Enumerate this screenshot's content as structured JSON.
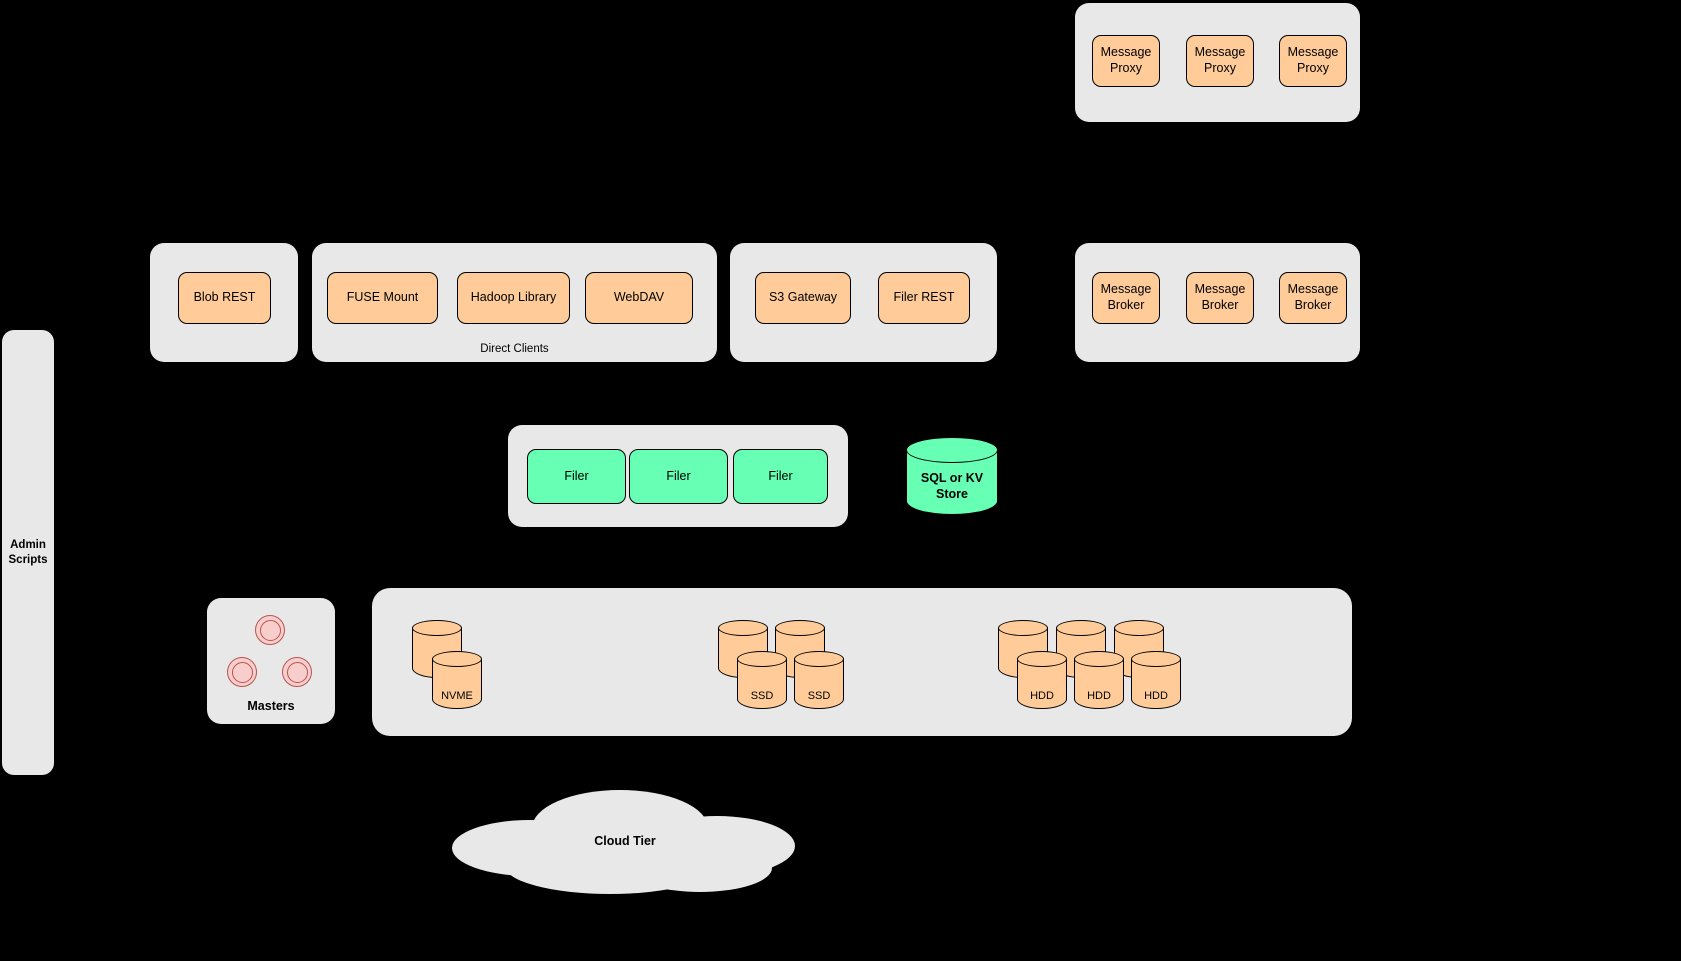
{
  "diagram": {
    "colors": {
      "background": "#000000",
      "container_gray": "#e8e8e8",
      "node_orange": "#ffcc99",
      "node_green": "#66ffb3",
      "master_pink": "#f8cecc",
      "master_border": "#b85450",
      "outline": "#000000"
    },
    "admin": {
      "label": "Admin Scripts"
    },
    "message_proxy_group": {
      "items": [
        "Message Proxy",
        "Message Proxy",
        "Message Proxy"
      ]
    },
    "blob_rest_group": {
      "items": [
        "Blob REST"
      ]
    },
    "direct_clients_group": {
      "caption": "Direct Clients",
      "items": [
        "FUSE Mount",
        "Hadoop Library",
        "WebDAV"
      ]
    },
    "gateway_group": {
      "items": [
        "S3 Gateway",
        "Filer REST"
      ]
    },
    "message_broker_group": {
      "items": [
        "Message Broker",
        "Message Broker",
        "Message Broker"
      ]
    },
    "filer_group": {
      "items": [
        "Filer",
        "Filer",
        "Filer"
      ]
    },
    "kv_store": {
      "label": "SQL or KV Store"
    },
    "masters": {
      "label": "Masters"
    },
    "volumes": {
      "nvme_label": "NVME",
      "ssd_labels": [
        "SSD",
        "SSD"
      ],
      "hdd_labels": [
        "HDD",
        "HDD",
        "HDD"
      ]
    },
    "cloud": {
      "label": "Cloud Tier"
    }
  }
}
